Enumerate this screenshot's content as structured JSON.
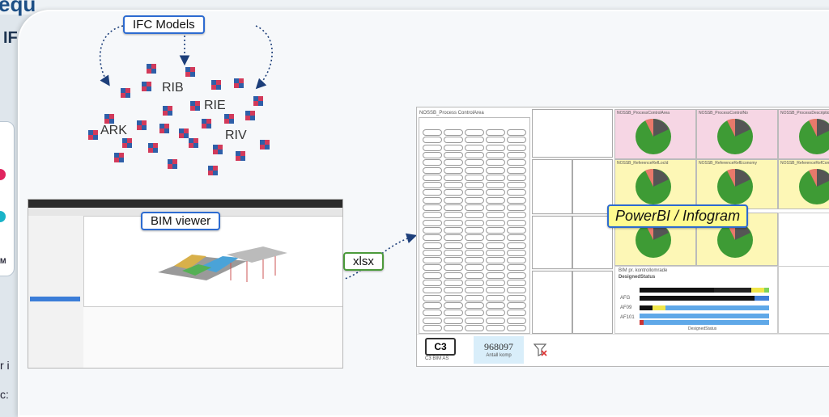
{
  "header": {
    "title_fragment": "equ",
    "left_fragment": "IF",
    "left_small": "M",
    "left_line1": "r i",
    "left_line2": "c:"
  },
  "diagram": {
    "ifc_label": "IFC Models",
    "models": [
      "RIB",
      "RIE",
      "ARK",
      "RIV"
    ],
    "bim_label": "BIM viewer",
    "xlsx_label": "xlsx",
    "powerbi_label": "PowerBI / Infogram"
  },
  "powerbi": {
    "slicer_title": "NOSSB_Process ControlArea",
    "kpi_value": "968097",
    "kpi_label": "Antall komp",
    "logo_text": "C3 BIM AS",
    "logo_mark": "C3",
    "chart_titles": [
      "NOSSB_ProcessControlArea",
      "NOSSB_ProcessControlNo",
      "NOSSB_ProcessDescription",
      "NOSSB_ReferenceRefLocId",
      "NOSSB_ReferenceRefEconomy",
      "NOSSB_ReferenceRefComp"
    ],
    "bar_title": "BIM pr. kontrollomrade",
    "bar_axis": "DesignedStatus",
    "bar_legend": "DesignedStatus",
    "rows": [
      "AFG",
      "AF09",
      "AF101"
    ]
  },
  "colors": {
    "accent": "#2d6bd1",
    "green": "#4c9a3b",
    "pie_green": "#3e9b35",
    "pie_gray": "#555",
    "pie_red": "#e8796b",
    "pink_bg": "#f6d6e4",
    "yellow_bg": "#fdf7b6"
  }
}
